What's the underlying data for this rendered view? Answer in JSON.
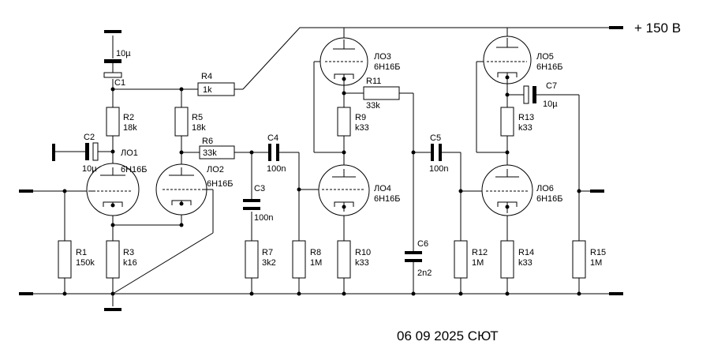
{
  "supply": {
    "label": "+ 150 В"
  },
  "signature": {
    "text": "06 09 2025 СЮТ"
  },
  "tubes": [
    {
      "ref": "ЛО1",
      "type": "6Н16Б"
    },
    {
      "ref": "ЛО2",
      "type": "6Н16Б"
    },
    {
      "ref": "ЛО3",
      "type": "6Н16Б"
    },
    {
      "ref": "ЛО4",
      "type": "6Н16Б"
    },
    {
      "ref": "ЛО5",
      "type": "6Н16Б"
    },
    {
      "ref": "ЛО6",
      "type": "6Н16Б"
    }
  ],
  "resistors": [
    {
      "ref": "R1",
      "value": "150k"
    },
    {
      "ref": "R2",
      "value": "18k"
    },
    {
      "ref": "R3",
      "value": "k16"
    },
    {
      "ref": "R4",
      "value": "1k"
    },
    {
      "ref": "R5",
      "value": "18k"
    },
    {
      "ref": "R6",
      "value": "33k"
    },
    {
      "ref": "R7",
      "value": "3k2"
    },
    {
      "ref": "R8",
      "value": "1M"
    },
    {
      "ref": "R9",
      "value": "k33"
    },
    {
      "ref": "R10",
      "value": "k33"
    },
    {
      "ref": "R11",
      "value": "33k"
    },
    {
      "ref": "R12",
      "value": "1M"
    },
    {
      "ref": "R13",
      "value": "k33"
    },
    {
      "ref": "R14",
      "value": "k33"
    },
    {
      "ref": "R15",
      "value": "1M"
    }
  ],
  "capacitors": [
    {
      "ref": "C1",
      "value": "10µ"
    },
    {
      "ref": "C2",
      "value": "10µ"
    },
    {
      "ref": "C3",
      "value": "100n"
    },
    {
      "ref": "C4",
      "value": "100n"
    },
    {
      "ref": "C5",
      "value": "100n"
    },
    {
      "ref": "C6",
      "value": "2n2"
    },
    {
      "ref": "C7",
      "value": "10µ"
    }
  ]
}
